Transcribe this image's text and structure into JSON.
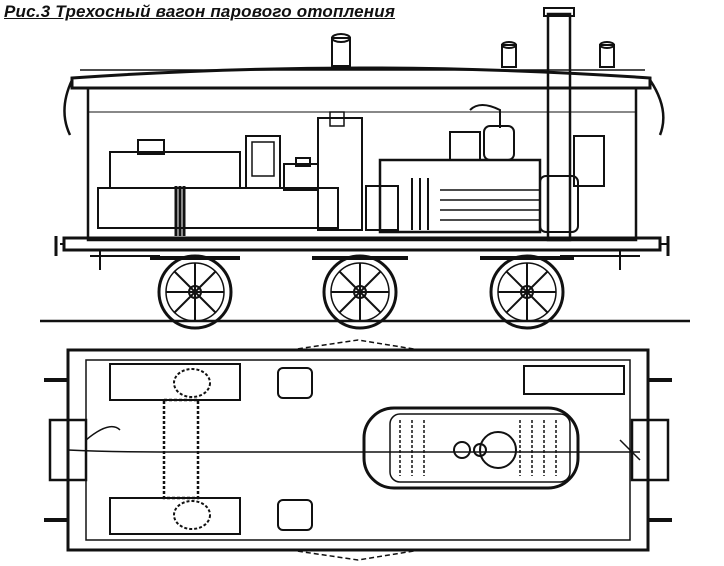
{
  "caption": "Рис.3  Трехосный вагон  парового отопления",
  "figure": {
    "views": [
      "side-elevation",
      "plan-view"
    ],
    "axle_count": 3
  }
}
